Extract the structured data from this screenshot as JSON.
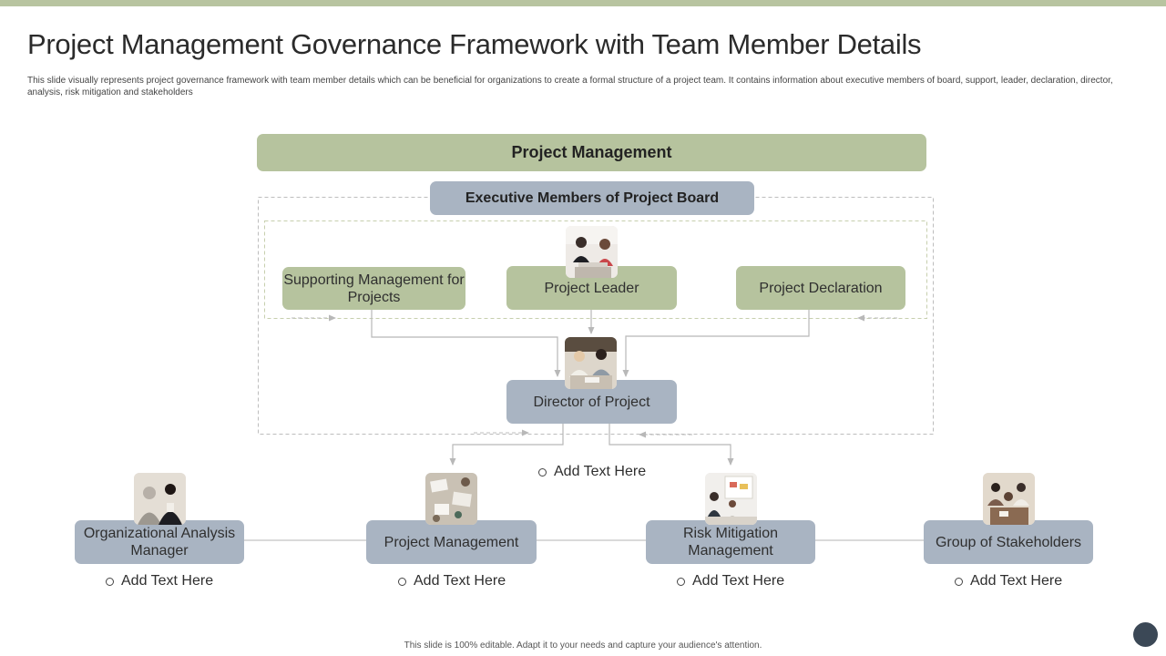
{
  "title": "Project Management Governance Framework with Team Member Details",
  "subtitle": "This slide visually represents project governance framework with team member details which can be beneficial for organizations to create a formal structure of a project team. It contains information about executive members of board, support, leader, declaration, director, analysis, risk mitigation and stakeholders",
  "header_box": "Project Management",
  "board_box": "Executive Members of Project Board",
  "tier1": {
    "supporting": "Supporting Management for Projects",
    "leader": "Project Leader",
    "declaration": "Project Declaration"
  },
  "director": "Director of Project",
  "director_note": "Add Text Here",
  "bottom_roles": [
    {
      "label": "Organizational Analysis Manager",
      "note": "Add Text Here"
    },
    {
      "label": "Project Management",
      "note": "Add Text Here"
    },
    {
      "label": "Risk Mitigation Management",
      "note": "Add Text Here"
    },
    {
      "label": "Group of Stakeholders",
      "note": "Add Text Here"
    }
  ],
  "footer": "This slide is 100% editable. Adapt it to your needs and capture your audience's attention.",
  "colors": {
    "accent_green": "#b6c39e",
    "accent_grey": "#a9b4c2",
    "top_bar": "#b8c4a0",
    "dot": "#3b4856"
  }
}
